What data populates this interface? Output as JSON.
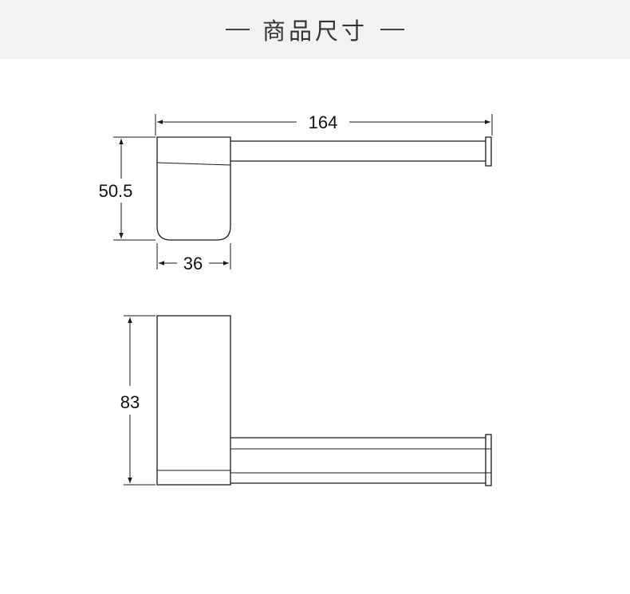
{
  "header": {
    "title": "商品尺寸"
  },
  "dimensions": {
    "length": "164",
    "height": "50.5",
    "depth": "36",
    "width": "83"
  },
  "colors": {
    "line": "#1a1a1a",
    "header_bg": "#f2f2f2"
  }
}
